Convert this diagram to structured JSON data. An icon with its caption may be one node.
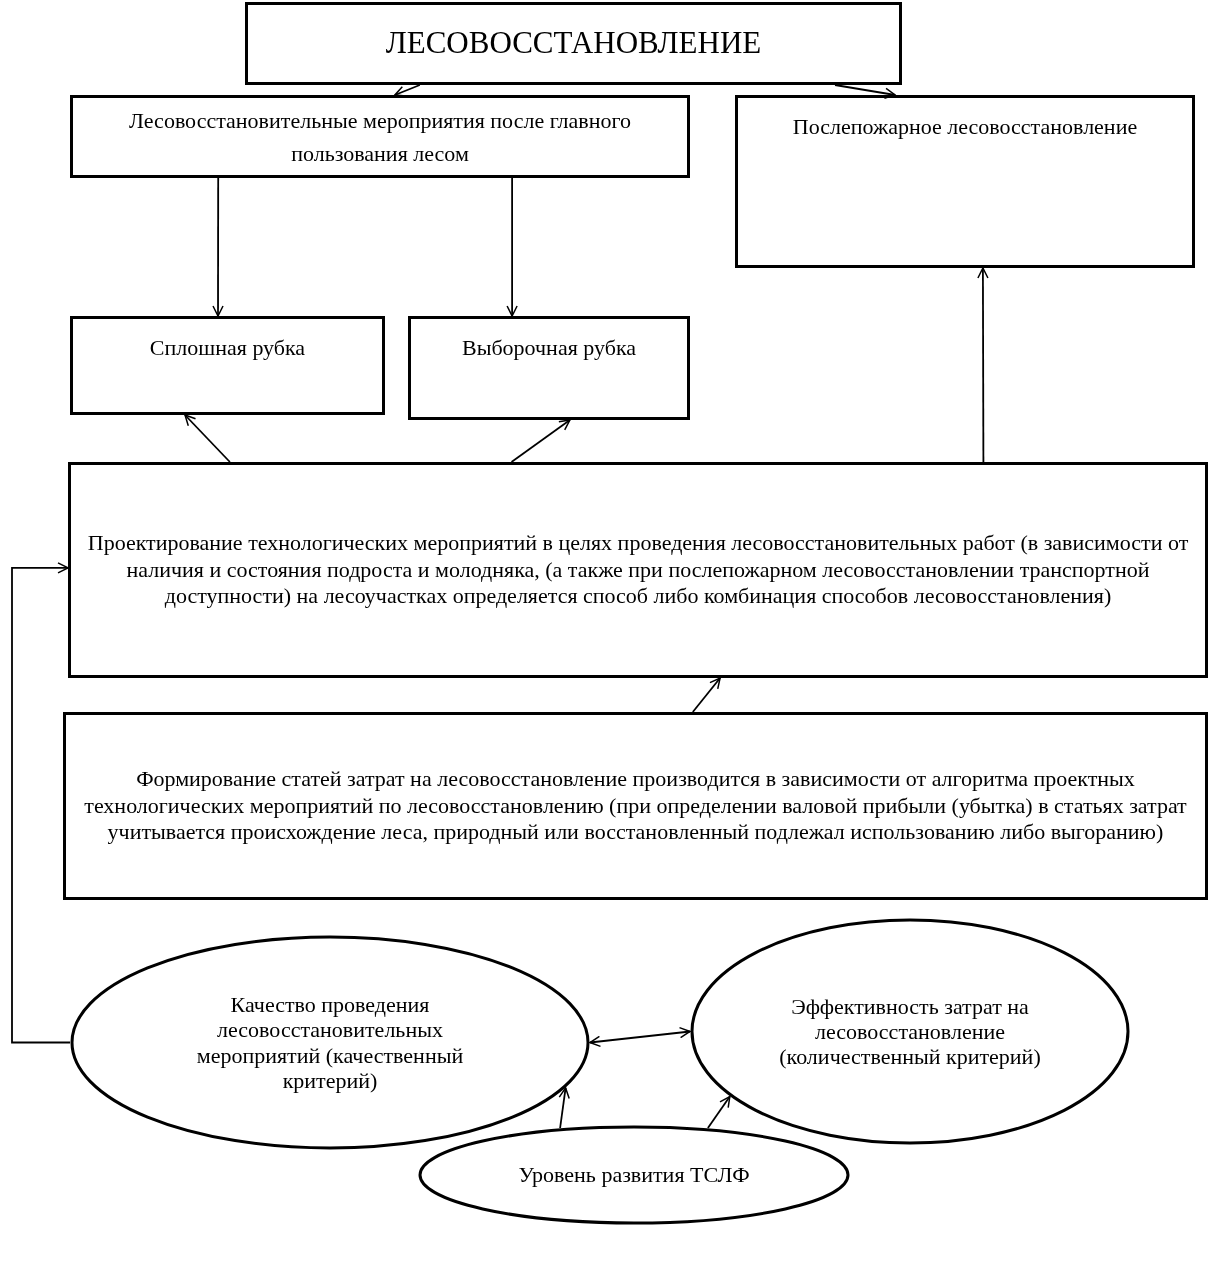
{
  "diagram": {
    "nodes": [
      {
        "text": [
          "ЛЕСОВОССТАНОВЛЕНИЕ"
        ]
      },
      {
        "text": [
          "Лесовосстановительные мероприятия после главного пользования лесом"
        ]
      },
      {
        "text": [
          "Послепожарное лесовосстановление"
        ]
      },
      {
        "text": [
          "Сплошная рубка"
        ]
      },
      {
        "text": [
          "Выборочная рубка"
        ]
      },
      {
        "text": [
          "Проектирование технологических мероприятий в целях проведения лесовосстановительных работ (в зависимости от наличия и состояния подроста и молодняка, (а также при послепожарном лесовосстановлении транспортной доступности) на лесоучастках определяется способ либо комбинация способов лесовосстановления)"
        ]
      },
      {
        "text": [
          "Формирование статей затрат на лесовосстановление производится в зависимости от алгоритма проектных технологических мероприятий по лесовосстановлению (при определении валовой прибыли (убытка) в статьях затрат учитывается происхождение леса, природный или восстановленный подлежал использованию либо выгоранию)"
        ]
      },
      {
        "text": [
          "Качество проведения лесовосстановительных мероприятий (качественный критерий)"
        ]
      },
      {
        "text": [
          "Эффективность затрат на лесовосстановление (количественный критерий)"
        ]
      },
      {
        "text": [
          "Уровень развития ТСЛФ"
        ]
      }
    ],
    "edges": [
      {
        "from": 0,
        "to": 1,
        "arrow": "to"
      },
      {
        "from": 0,
        "to": 2,
        "arrow": "to"
      },
      {
        "from": 1,
        "to": 3,
        "arrow": "to"
      },
      {
        "from": 1,
        "to": 4,
        "arrow": "to"
      },
      {
        "from": 5,
        "to": 3,
        "arrow": "to"
      },
      {
        "from": 5,
        "to": 4,
        "arrow": "to"
      },
      {
        "from": 5,
        "to": 2,
        "arrow": "to"
      },
      {
        "from": 6,
        "to": 5,
        "arrow": "to"
      },
      {
        "from": 7,
        "to": 8,
        "arrow": "both"
      },
      {
        "from": 9,
        "to": 7,
        "arrow": "to"
      },
      {
        "from": 9,
        "to": 8,
        "arrow": "to"
      },
      {
        "from": 7,
        "to": 5,
        "arrow": "to"
      }
    ]
  }
}
